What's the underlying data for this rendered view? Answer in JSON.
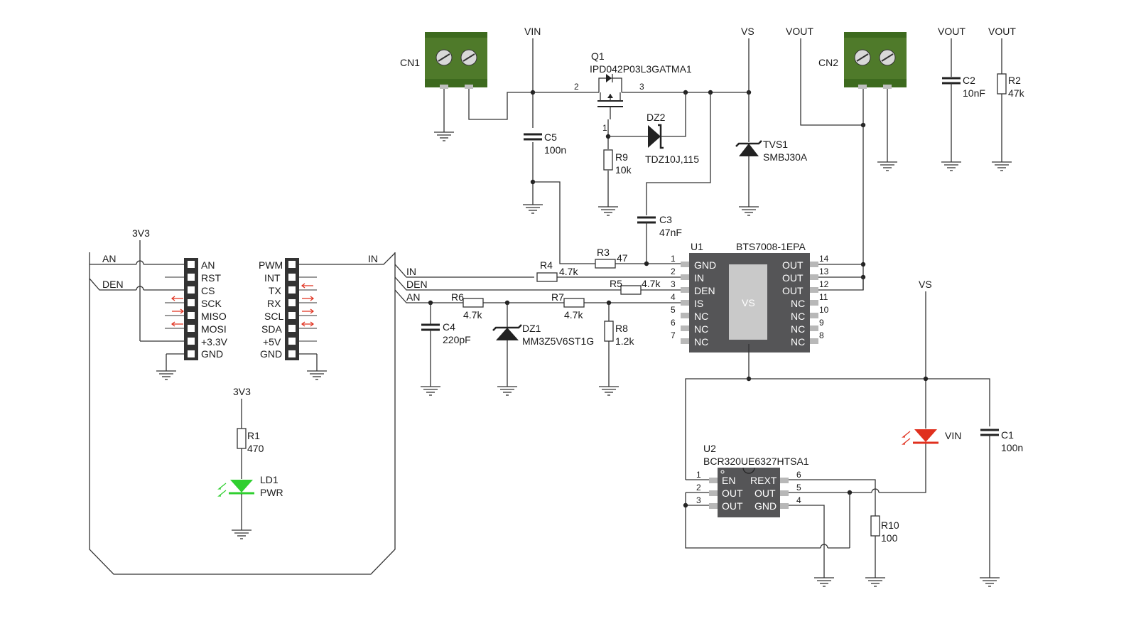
{
  "power": {
    "vin": "VIN",
    "vs": "VS",
    "vout": "VOUT",
    "v3v3": "3V3"
  },
  "connectors": {
    "cn1": "CN1",
    "cn2": "CN2"
  },
  "q1": {
    "ref": "Q1",
    "part": "IPD042P03L3GATMA1",
    "pin1": "1",
    "pin2": "2",
    "pin3": "3"
  },
  "dz2": {
    "ref": "DZ2",
    "part": "TDZ10J,115"
  },
  "tvs1": {
    "ref": "TVS1",
    "part": "SMBJ30A"
  },
  "dz1": {
    "ref": "DZ1",
    "part": "MM3Z5V6ST1G"
  },
  "caps": {
    "c1": {
      "ref": "C1",
      "value": "100n"
    },
    "c2": {
      "ref": "C2",
      "value": "10nF"
    },
    "c3": {
      "ref": "C3",
      "value": "47nF"
    },
    "c4": {
      "ref": "C4",
      "value": "220pF"
    },
    "c5": {
      "ref": "C5",
      "value": "100n"
    }
  },
  "resistors": {
    "r1": {
      "ref": "R1",
      "value": "470"
    },
    "r2": {
      "ref": "R2",
      "value": "47k"
    },
    "r3": {
      "ref": "R3",
      "value": "47"
    },
    "r4": {
      "ref": "R4",
      "value": "4.7k"
    },
    "r5": {
      "ref": "R5",
      "value": "4.7k"
    },
    "r6": {
      "ref": "R6",
      "value": "4.7k"
    },
    "r7": {
      "ref": "R7",
      "value": "4.7k"
    },
    "r8": {
      "ref": "R8",
      "value": "1.2k"
    },
    "r9": {
      "ref": "R9",
      "value": "10k"
    },
    "r10": {
      "ref": "R10",
      "value": "100"
    }
  },
  "u1": {
    "ref": "U1",
    "part": "BTS7008-1EPA",
    "center": "VS",
    "left_pins": [
      {
        "num": "1",
        "name": "GND"
      },
      {
        "num": "2",
        "name": "IN"
      },
      {
        "num": "3",
        "name": "DEN"
      },
      {
        "num": "4",
        "name": "IS"
      },
      {
        "num": "5",
        "name": "NC"
      },
      {
        "num": "6",
        "name": "NC"
      },
      {
        "num": "7",
        "name": "NC"
      }
    ],
    "right_pins": [
      {
        "num": "14",
        "name": "OUT"
      },
      {
        "num": "13",
        "name": "OUT"
      },
      {
        "num": "12",
        "name": "OUT"
      },
      {
        "num": "11",
        "name": "NC"
      },
      {
        "num": "10",
        "name": "NC"
      },
      {
        "num": "9",
        "name": "NC"
      },
      {
        "num": "8",
        "name": "NC"
      }
    ]
  },
  "u2": {
    "ref": "U2",
    "part": "BCR320UE6327HTSA1",
    "left_pins": [
      {
        "num": "1",
        "name": "EN"
      },
      {
        "num": "2",
        "name": "OUT"
      },
      {
        "num": "3",
        "name": "OUT"
      }
    ],
    "right_pins": [
      {
        "num": "6",
        "name": "REXT"
      },
      {
        "num": "5",
        "name": "OUT"
      },
      {
        "num": "4",
        "name": "GND"
      }
    ]
  },
  "ld1": {
    "ref": "LD1",
    "label": "PWR"
  },
  "led_vin": {
    "label": "VIN"
  },
  "mikrobus": {
    "left_net_an": "AN",
    "left_net_den": "DEN",
    "right_net_in": "IN",
    "left_pins": [
      "AN",
      "RST",
      "CS",
      "SCK",
      "MISO",
      "MOSI",
      "+3.3V",
      "GND"
    ],
    "right_pins": [
      "PWM",
      "INT",
      "TX",
      "RX",
      "SCL",
      "SDA",
      "+5V",
      "GND"
    ]
  },
  "nets": {
    "in": "IN",
    "den": "DEN",
    "an": "AN"
  },
  "colors": {
    "chip": "#555557",
    "connector": "#4f7a2a",
    "led_red": "#e0301e",
    "led_green": "#2fcf2f",
    "arrow_red": "#e0301e"
  }
}
